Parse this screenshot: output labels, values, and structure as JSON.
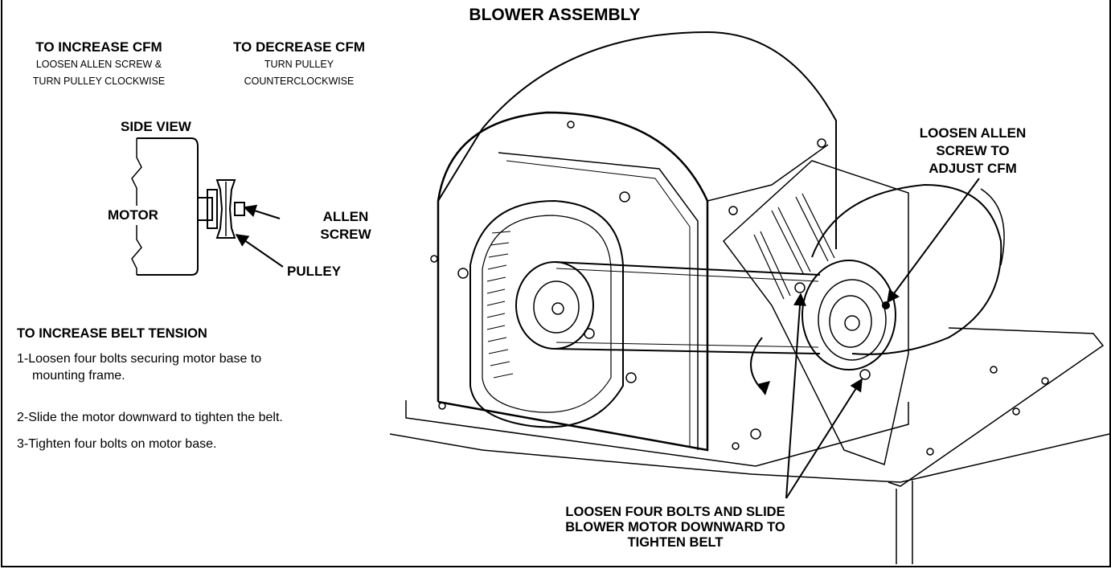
{
  "title": "BLOWER ASSEMBLY",
  "increase_cfm": {
    "heading": "TO INCREASE CFM",
    "lines": [
      "LOOSEN ALLEN SCREW &",
      "TURN PULLEY CLOCKWISE"
    ]
  },
  "decrease_cfm": {
    "heading": "TO DECREASE CFM",
    "lines": [
      "TURN PULLEY",
      "COUNTERCLOCKWISE"
    ]
  },
  "side_view": {
    "title": "SIDE VIEW",
    "motor_label": "MOTOR",
    "allen_label": [
      "ALLEN",
      "SCREW"
    ],
    "pulley_label": "PULLEY"
  },
  "belt_tension": {
    "heading": "TO INCREASE BELT TENSION",
    "steps": [
      {
        "line1": "1-Loosen four bolts securing motor base to",
        "line2": "mounting frame."
      },
      {
        "line1": "2-Slide the motor downward to tighten the belt.",
        "line2": ""
      },
      {
        "line1": "3-Tighten four bolts on motor base.",
        "line2": ""
      }
    ]
  },
  "callouts": {
    "loosen_allen": [
      "LOOSEN ALLEN",
      "SCREW TO",
      "ADJUST CFM"
    ],
    "loosen_bolts": [
      "LOOSEN FOUR BOLTS AND SLIDE",
      "BLOWER MOTOR DOWNWARD TO",
      "TIGHTEN BELT"
    ]
  }
}
